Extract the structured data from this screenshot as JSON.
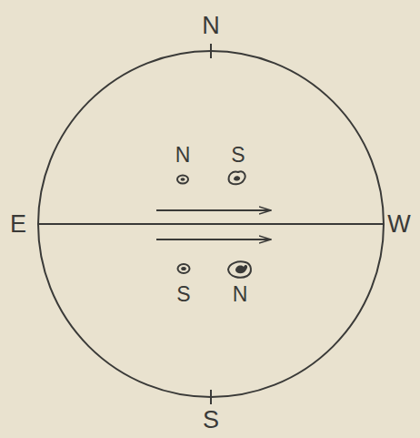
{
  "diagram": {
    "labels": [
      "N",
      "N",
      "S",
      "E",
      "W",
      "S",
      "N",
      "S"
    ]
  }
}
